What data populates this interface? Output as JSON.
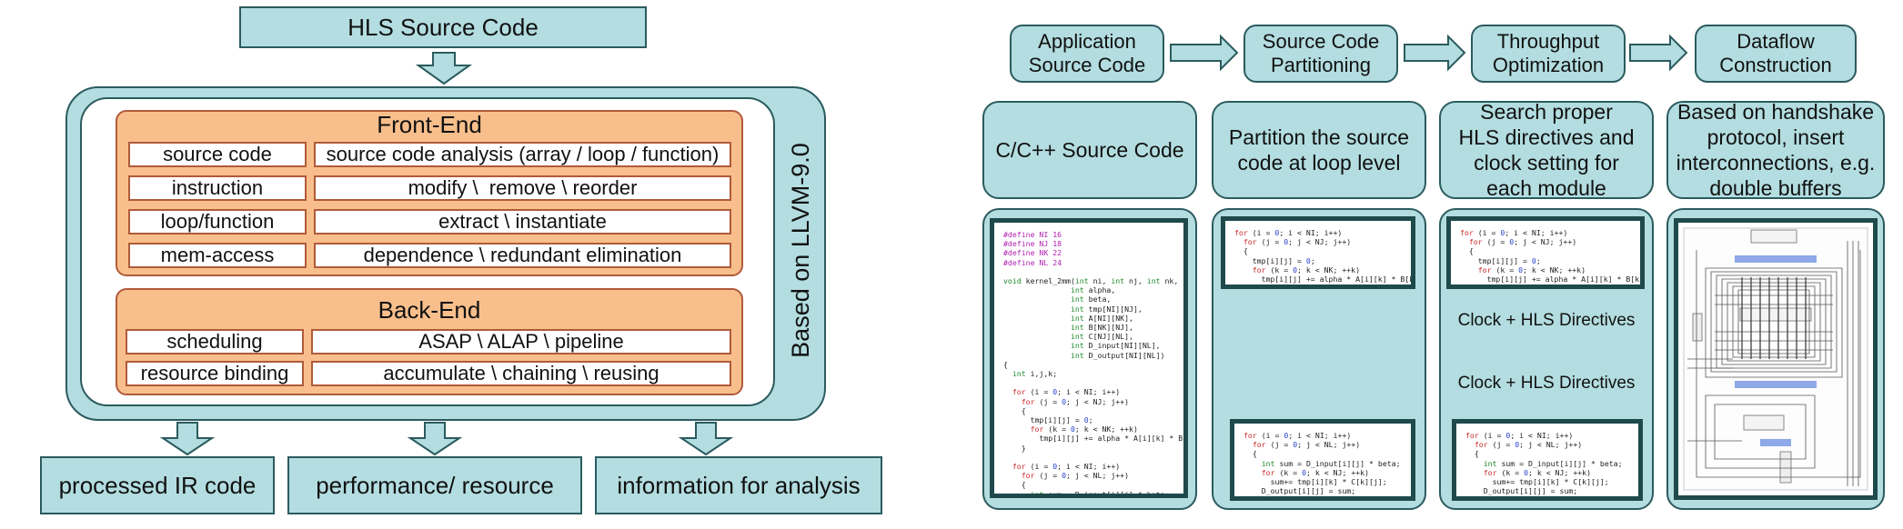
{
  "left": {
    "source": "HLS Source Code",
    "llvm_label": "Based on LLVM-9.0",
    "frontend": {
      "title": "Front-End",
      "rows": [
        {
          "left": "source code",
          "right": "source code analysis (array / loop / function)"
        },
        {
          "left": "instruction",
          "right": "modify \\  remove \\ reorder"
        },
        {
          "left": "loop/function",
          "right": "extract \\ instantiate"
        },
        {
          "left": "mem-access",
          "right": "dependence \\ redundant elimination"
        }
      ]
    },
    "backend": {
      "title": "Back-End",
      "rows": [
        {
          "left": "scheduling",
          "right": "ASAP \\ ALAP \\ pipeline"
        },
        {
          "left": "resource binding",
          "right": "accumulate \\ chaining \\ reusing"
        }
      ]
    },
    "outputs": [
      "processed IR code",
      "performance/ resource",
      "information for analysis"
    ]
  },
  "right": {
    "stages": [
      {
        "title_1": "Application",
        "title_2": "Source Code",
        "desc": "C/C++ Source Code"
      },
      {
        "title_1": "Source Code",
        "title_2": "Partitioning",
        "desc_1": "Partition the source",
        "desc_2": "code at loop level"
      },
      {
        "title_1": "Throughput",
        "title_2": "Optimization",
        "desc_1": "Search proper",
        "desc_2": "HLS directives and",
        "desc_3": "clock setting for",
        "desc_4": "each module"
      },
      {
        "title_1": "Dataflow",
        "title_2": "Construction",
        "desc_1": "Based on handshake",
        "desc_2": "protocol, insert",
        "desc_3": "interconnections, e.g.",
        "desc_4": "double buffers"
      }
    ],
    "clock_label_1": "Clock + HLS Directives",
    "clock_label_2": "Clock + HLS Directives"
  },
  "colors": {
    "teal_fill": "#b3dde0",
    "teal_border": "#2b5b5e",
    "orange_fill": "#f8bf8c",
    "orange_border": "#b05a3a"
  }
}
